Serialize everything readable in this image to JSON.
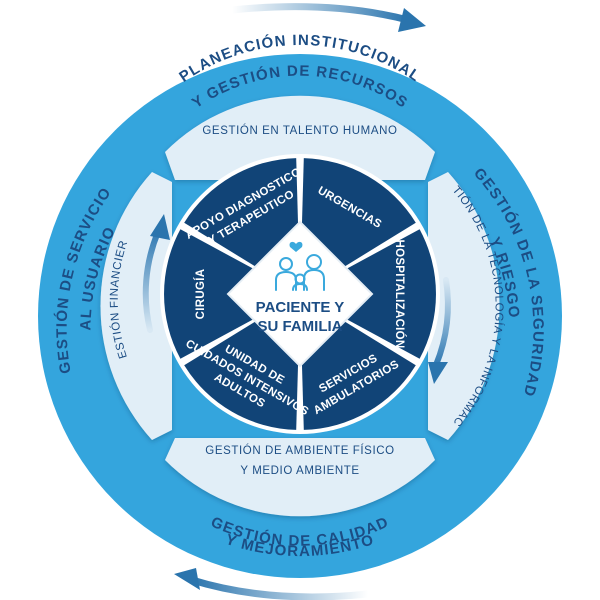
{
  "outer_ring": {
    "top": {
      "line1": "PLANEACIÓN INSTITUCIONAL",
      "line2": "Y GESTIÓN DE RECURSOS"
    },
    "right": {
      "line1": "GESTIÓN DE LA SEGURIDAD",
      "line2": "Y RIESGO"
    },
    "bottom": {
      "line1": "GESTIÓN DE CALIDAD",
      "line2": "Y MEJORAMIENTO"
    },
    "left": {
      "line1": "GESTIÓN DE SERVICIO",
      "line2": "AL USUARIO"
    }
  },
  "middle_ring": {
    "top": "GESTIÓN EN TALENTO HUMANO",
    "right": "GESTIÓN DE LA TECNOLOGÍA Y LA INFORMACIÓN",
    "bottom": {
      "line1": "GESTIÓN DE AMBIENTE FÍSICO",
      "line2": "Y MEDIO AMBIENTE"
    },
    "left": "GESTIÓN FINANCIERA"
  },
  "inner_sectors": {
    "apoyo": {
      "line1": "APOYO DIAGNOSTICO",
      "line2": "Y TERAPEUTICO"
    },
    "urgencias": "URGENCIAS",
    "hospitalizacion": "HOSPITALIZACIÓN",
    "ambulatorios": {
      "line1": "SERVICIOS",
      "line2": "AMBULATORIOS"
    },
    "cuidados": {
      "line1": "UNIDAD DE",
      "line2": "CUIDADOS INTENSIVOS",
      "line3": "ADULTOS"
    },
    "cirugia": "CIRUGÍA"
  },
  "center": {
    "line1": "PACIENTE Y",
    "line2": "SU FAMILIA",
    "icon": "family-icon"
  },
  "colors": {
    "outer_ring": "#34a5dd",
    "middle_ring": "#e1eef7",
    "inner_sector": "#114477",
    "text_dark": "#1c4d84",
    "arrow": "#2a74ad",
    "icon": "#3aa9dd"
  }
}
